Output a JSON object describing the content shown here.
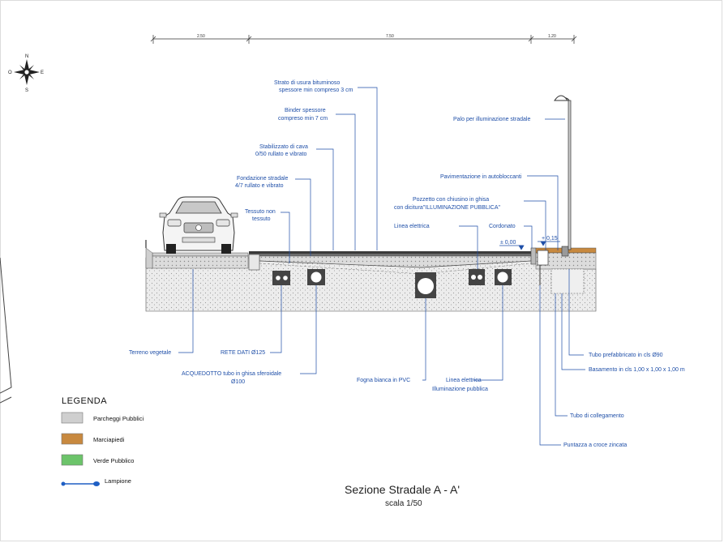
{
  "dimensions": {
    "left": "2.50",
    "center": "7.50",
    "right": "1.20"
  },
  "compass": {
    "north": "N",
    "south": "S",
    "east": "E",
    "west": "O"
  },
  "levels": {
    "road": "± 0,00",
    "sidewalk": "+ 0,15"
  },
  "labels": {
    "strato_usura_1": "Strato di usura bituminoso",
    "strato_usura_2": "spessore min compreso 3 cm",
    "binder_1": "Binder spessore",
    "binder_2": "compreso min 7 cm",
    "stabilizzato_1": "Stabilizzato di cava",
    "stabilizzato_2": "0/50  rullato e vibrato",
    "fondazione_1": "Fondazione stradale",
    "fondazione_2": "4/7 rullato e vibrato",
    "tessuto_1": "Tessuto non",
    "tessuto_2": "tessuto",
    "palo": "Palo per illuminazione stradale",
    "pavimentazione": "Pavimentazione in autobloccanti",
    "pozzetto_1": "Pozzetto con chiusino in ghisa",
    "pozzetto_2": "con dicitura\"ILLUMINAZIONE PUBBLICA\"",
    "linea_elettrica_top": "Linea elettrica",
    "cordonato": "Cordonato",
    "terreno": "Terreno vegetale",
    "rete_dati": "RETE DATI Ø125",
    "acquedotto_1": "ACQUEDOTTO tubo in ghisa sferoidale",
    "acquedotto_2": "Ø100",
    "fogna": "Fogna bianca in PVC",
    "linea_ill_1": "Linea elettrica",
    "linea_ill_2": "Illuminazione pubblica",
    "tubo_prefabbricato": "Tubo prefabbricato in cls Ø90",
    "basamento": "Basamento in cls 1,00 x 1,00 x 1,00 m",
    "tubo_collegamento": "Tubo di collegamento",
    "puntazza": "Puntazza a croce zincata"
  },
  "legend": {
    "title": "LEGENDA",
    "items": [
      {
        "label": "Parcheggi Pubblici",
        "color": "#cfcfcf"
      },
      {
        "label": "Marciapiedi",
        "color": "#c8893f"
      },
      {
        "label": "Verde Pubblico",
        "color": "#6cc46a"
      },
      {
        "label": "Lampione",
        "color": "#1f5fc4"
      }
    ]
  },
  "title": "Sezione Stradale A - A'",
  "scale": "scala 1/50"
}
